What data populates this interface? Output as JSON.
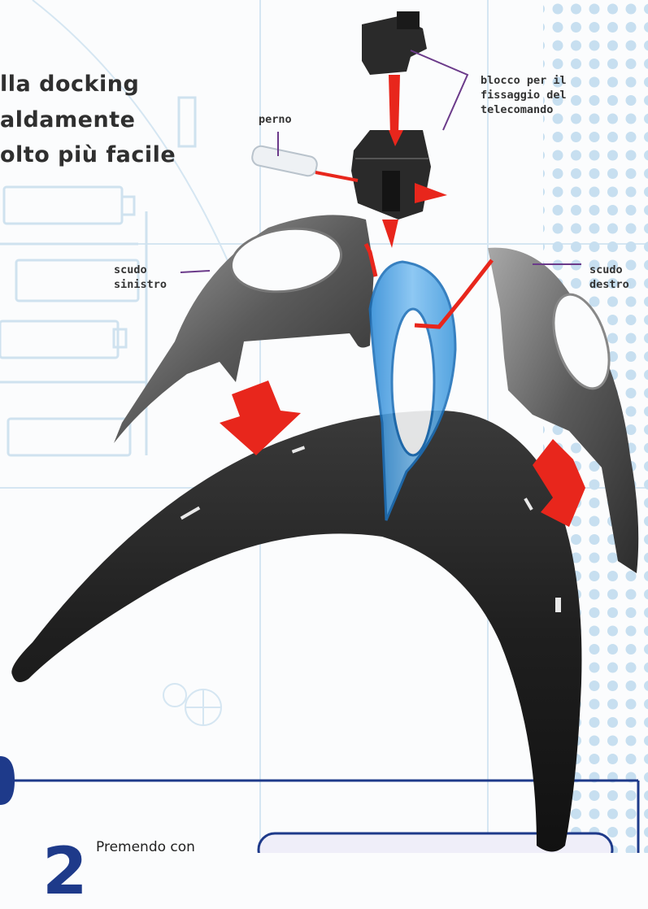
{
  "heading": {
    "lines": [
      "lla docking",
      "aldamente",
      "olto più facile"
    ]
  },
  "callouts": {
    "block": [
      "blocco per il",
      "fissaggio del",
      "telecomando"
    ],
    "pin": "perno",
    "left_shield": [
      "scudo",
      "sinistro"
    ],
    "right_shield": [
      "scudo",
      "destro"
    ]
  },
  "step": {
    "number": "2",
    "text": "Premendo con"
  },
  "colors": {
    "frame_blue": "#1e3a8a",
    "arrow_red": "#e8261c",
    "dot_blue": "#c7dff0"
  }
}
